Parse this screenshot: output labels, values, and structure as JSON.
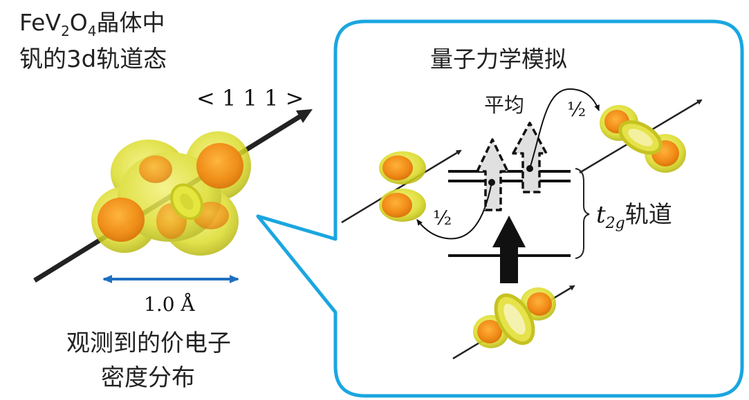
{
  "title_line1_prefix": "FeV",
  "title_sub_2": "2",
  "title_o": "O",
  "title_sub_4": "4",
  "title_line1_suffix": "晶体中",
  "title_line2": "钒的3d轨道态",
  "axis_label": "< 1 1 1 >",
  "scale_label": "1.0 Å",
  "observed_line1": "观测到的价电子",
  "observed_line2": "密度分布",
  "panel_title": "量子力学模拟",
  "average_label": "平均",
  "half_top": "½",
  "half_left": "½",
  "t2g_t": "t",
  "t2g_sub": "2g",
  "t2g_suffix": "轨道",
  "colors": {
    "panel_border": "#1aa6e0",
    "scale_arrow": "#1f6fc0",
    "orbital_orange": "#f39c1f",
    "orbital_yellow": "#e8e85a"
  }
}
